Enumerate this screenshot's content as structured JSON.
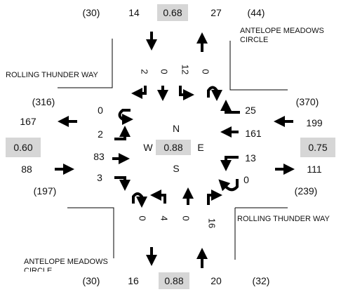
{
  "streets": {
    "north": "ANTELOPE MEADOWS CIRCLE",
    "south": "ANTELOPE MEADOWS CIRCLE",
    "west": "ROLLING THUNDER WAY",
    "east": "ROLLING THUNDER WAY"
  },
  "compass": {
    "n": "N",
    "s": "S",
    "e": "E",
    "w": "W"
  },
  "intersection_phf": "0.88",
  "north": {
    "total": "(30)",
    "in": "14",
    "phf": "0.68",
    "out": "27",
    "other": "(44)",
    "turns": [
      "2",
      "0",
      "12",
      "0"
    ]
  },
  "south": {
    "total": "(30)",
    "out": "16",
    "phf": "0.88",
    "in": "20",
    "other": "(32)",
    "turns": [
      "0",
      "4",
      "0",
      "16"
    ]
  },
  "west": {
    "total_top": "(316)",
    "out": "167",
    "phf": "0.60",
    "in": "88",
    "total_bottom": "(197)",
    "turns": [
      "0",
      "2",
      "83",
      "3"
    ]
  },
  "east": {
    "total_top": "(370)",
    "in": "199",
    "phf": "0.75",
    "out": "111",
    "total_bottom": "(239)",
    "turns": [
      "25",
      "161",
      "13",
      "0"
    ]
  }
}
